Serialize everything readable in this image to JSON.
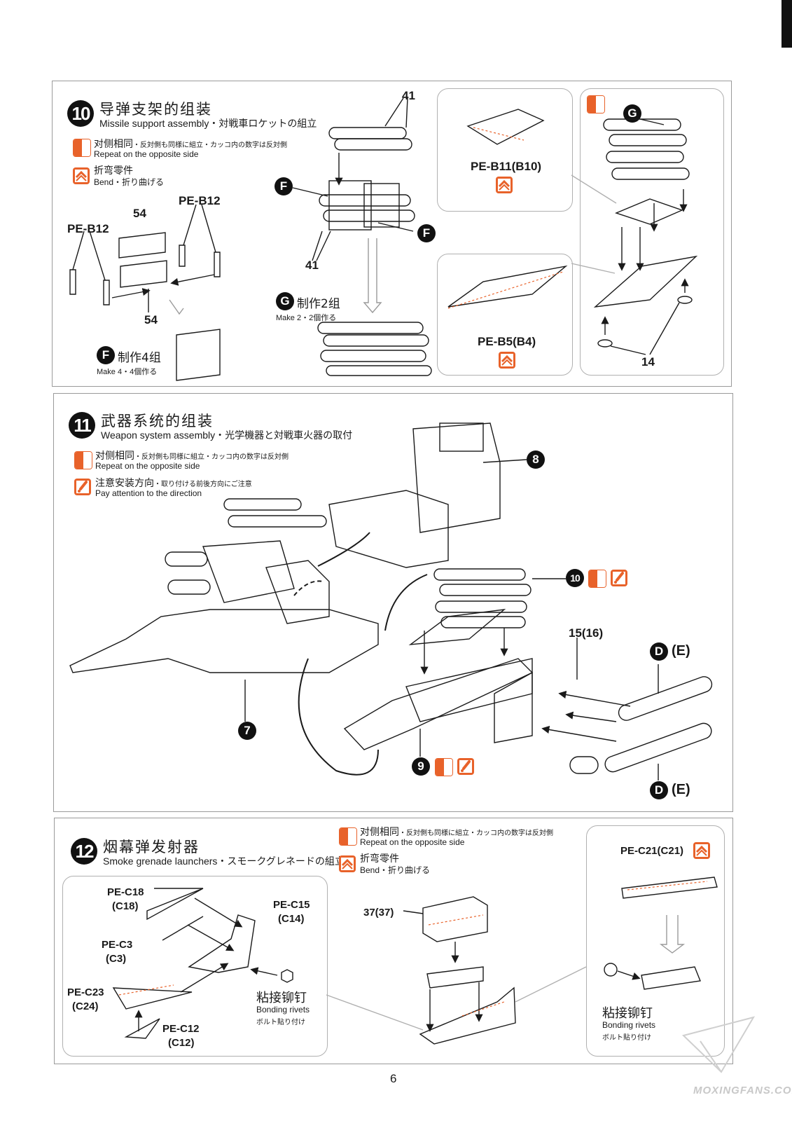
{
  "page_number": "6",
  "watermark": "MOXINGFANS.COM",
  "step10": {
    "number": "10",
    "title_zh": "导弹支架的组装",
    "title_en": "Missile support assembly・対戦車ロケットの組立",
    "legend_mirror_zh": "对侧相同",
    "legend_mirror_jp": "・反対側も同様に組立・カッコ内の数字は反対側",
    "legend_mirror_en": "Repeat on the opposite side",
    "legend_bend_zh": "折弯零件",
    "legend_bend_en": "Bend・折り曲げる",
    "labels": {
      "pe_b12_left": "PE-B12",
      "pe_b12_right": "PE-B12",
      "p54_top": "54",
      "p54_bottom": "54",
      "p41_top": "41",
      "p41_bottom": "41",
      "pe_b11": "PE-B11(B10)",
      "pe_b5": "PE-B5(B4)",
      "p14": "14"
    },
    "sub_f": "F",
    "sub_g": "G",
    "make_f_zh": "制作4组",
    "make_f_en": "Make 4・4個作る",
    "make_g_zh": "制作2组",
    "make_g_en": "Make 2・2個作る"
  },
  "step11": {
    "number": "11",
    "title_zh": "武器系统的组装",
    "title_en": "Weapon system assembly・光学機器と対戦車火器の取付",
    "legend_mirror_zh": "对侧相同",
    "legend_mirror_jp": "・反対側も同様に組立・カッコ内の数字は反対側",
    "legend_mirror_en": "Repeat on the opposite side",
    "legend_attn_zh": "注意安装方向",
    "legend_attn_jp": "・取り付ける前後方向にご注意",
    "legend_attn_en": "Pay attention to the direction",
    "ref_8": "8",
    "ref_7": "7",
    "ref_9": "9",
    "ref_10": "10",
    "ref_d_top": "D",
    "ref_e_top": "(E)",
    "ref_d_bottom": "D",
    "ref_e_bottom": "(E)",
    "p15": "15(16)"
  },
  "step12": {
    "number": "12",
    "title_zh": "烟幕弹发射器",
    "title_en": "Smoke grenade launchers・スモークグレネードの組立",
    "legend_mirror_zh": "对侧相同",
    "legend_mirror_jp": "・反対側も同様に組立・カッコ内の数字は反対側",
    "legend_mirror_en": "Repeat on the opposite side",
    "legend_bend_zh": "折弯零件",
    "legend_bend_en": "Bend・折り曲げる",
    "labels": {
      "pe_c18": "PE-C18",
      "c18": "(C18)",
      "pe_c3": "PE-C3",
      "c3": "(C3)",
      "pe_c23": "PE-C23",
      "c24": "(C24)",
      "pe_c12": "PE-C12",
      "c12": "(C12)",
      "pe_c15": "PE-C15",
      "c14": "(C14)",
      "p37": "37(37)",
      "pe_c21": "PE-C21(C21)"
    },
    "rivet_zh": "粘接铆钉",
    "rivet_en": "Bonding rivets",
    "rivet_jp": "ボルト貼り付け"
  },
  "colors": {
    "accent": "#e8622a",
    "line": "#1a1a1a",
    "frame": "#9a9a9a"
  }
}
